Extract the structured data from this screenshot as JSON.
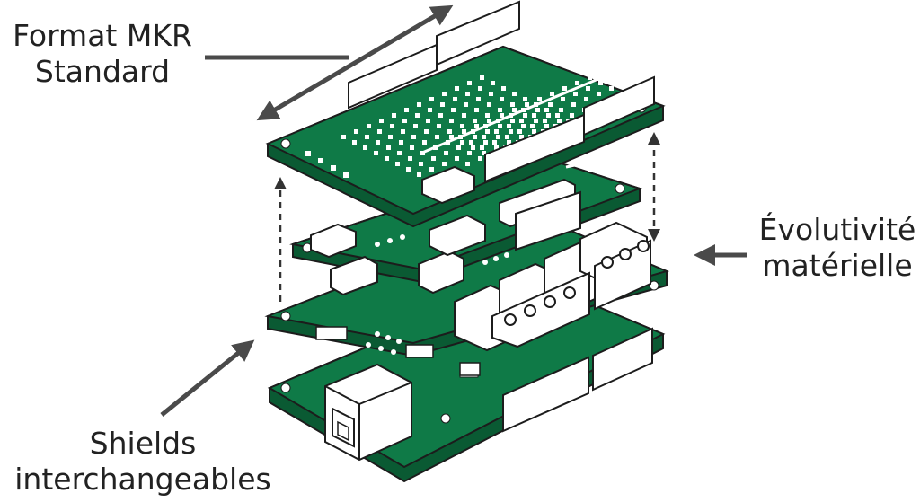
{
  "labels": {
    "format": [
      "Format MKR",
      "Standard"
    ],
    "evolutivite": [
      "Évolutivité",
      "matérielle"
    ],
    "shields": [
      "Shields",
      "interchangeables"
    ]
  },
  "colors": {
    "pcb": "#0f7a47",
    "pcb_edge": "#0a5a33",
    "outline": "#1c1c1c",
    "silk": "#ffffff",
    "header": "#ffffff",
    "arrow": "#4a4a4a",
    "text": "#222222"
  },
  "icons": [
    "double-headed-arrow-icon",
    "dashed-up-arrow-icon",
    "left-arrow-icon",
    "up-right-arrow-icon"
  ]
}
